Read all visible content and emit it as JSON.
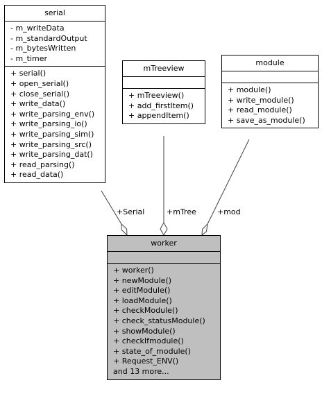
{
  "classes": {
    "serial": {
      "name": "serial",
      "attributes": [
        "- m_writeData",
        "- m_standardOutput",
        "- m_bytesWritten",
        "- m_timer"
      ],
      "methods": [
        "+ serial()",
        "+ open_serial()",
        "+ close_serial()",
        "+ write_data()",
        "+ write_parsing_env()",
        "+ write_parsing_io()",
        "+ write_parsing_sim()",
        "+ write_parsing_src()",
        "+ write_parsing_dat()",
        "+ read_parsing()",
        "+ read_data()"
      ]
    },
    "mTreeview": {
      "name": "mTreeview",
      "attributes": [],
      "methods": [
        "+ mTreeview()",
        "+ add_firstItem()",
        "+ appendItem()"
      ]
    },
    "module": {
      "name": "module",
      "attributes": [],
      "methods": [
        "+ module()",
        "+ write_module()",
        "+ read_module()",
        "+ save_as_module()"
      ]
    },
    "worker": {
      "name": "worker",
      "attributes": [],
      "methods": [
        "+ worker()",
        "+ newModule()",
        "+ editModule()",
        "+ loadModule()",
        "+ checkModule()",
        "+ check_statusModule()",
        "+ showModule()",
        "+ checkIfmodule()",
        "+ state_of_module()",
        "+ Request_ENV()",
        "and 13 more..."
      ]
    }
  },
  "edges": [
    {
      "from": "serial",
      "to": "worker",
      "label": "+Serial"
    },
    {
      "from": "mTreeview",
      "to": "worker",
      "label": "+mTree"
    },
    {
      "from": "module",
      "to": "worker",
      "label": "+mod"
    }
  ],
  "colors": {
    "highlight_fill": "#bfbfbf",
    "line": "#404040"
  }
}
